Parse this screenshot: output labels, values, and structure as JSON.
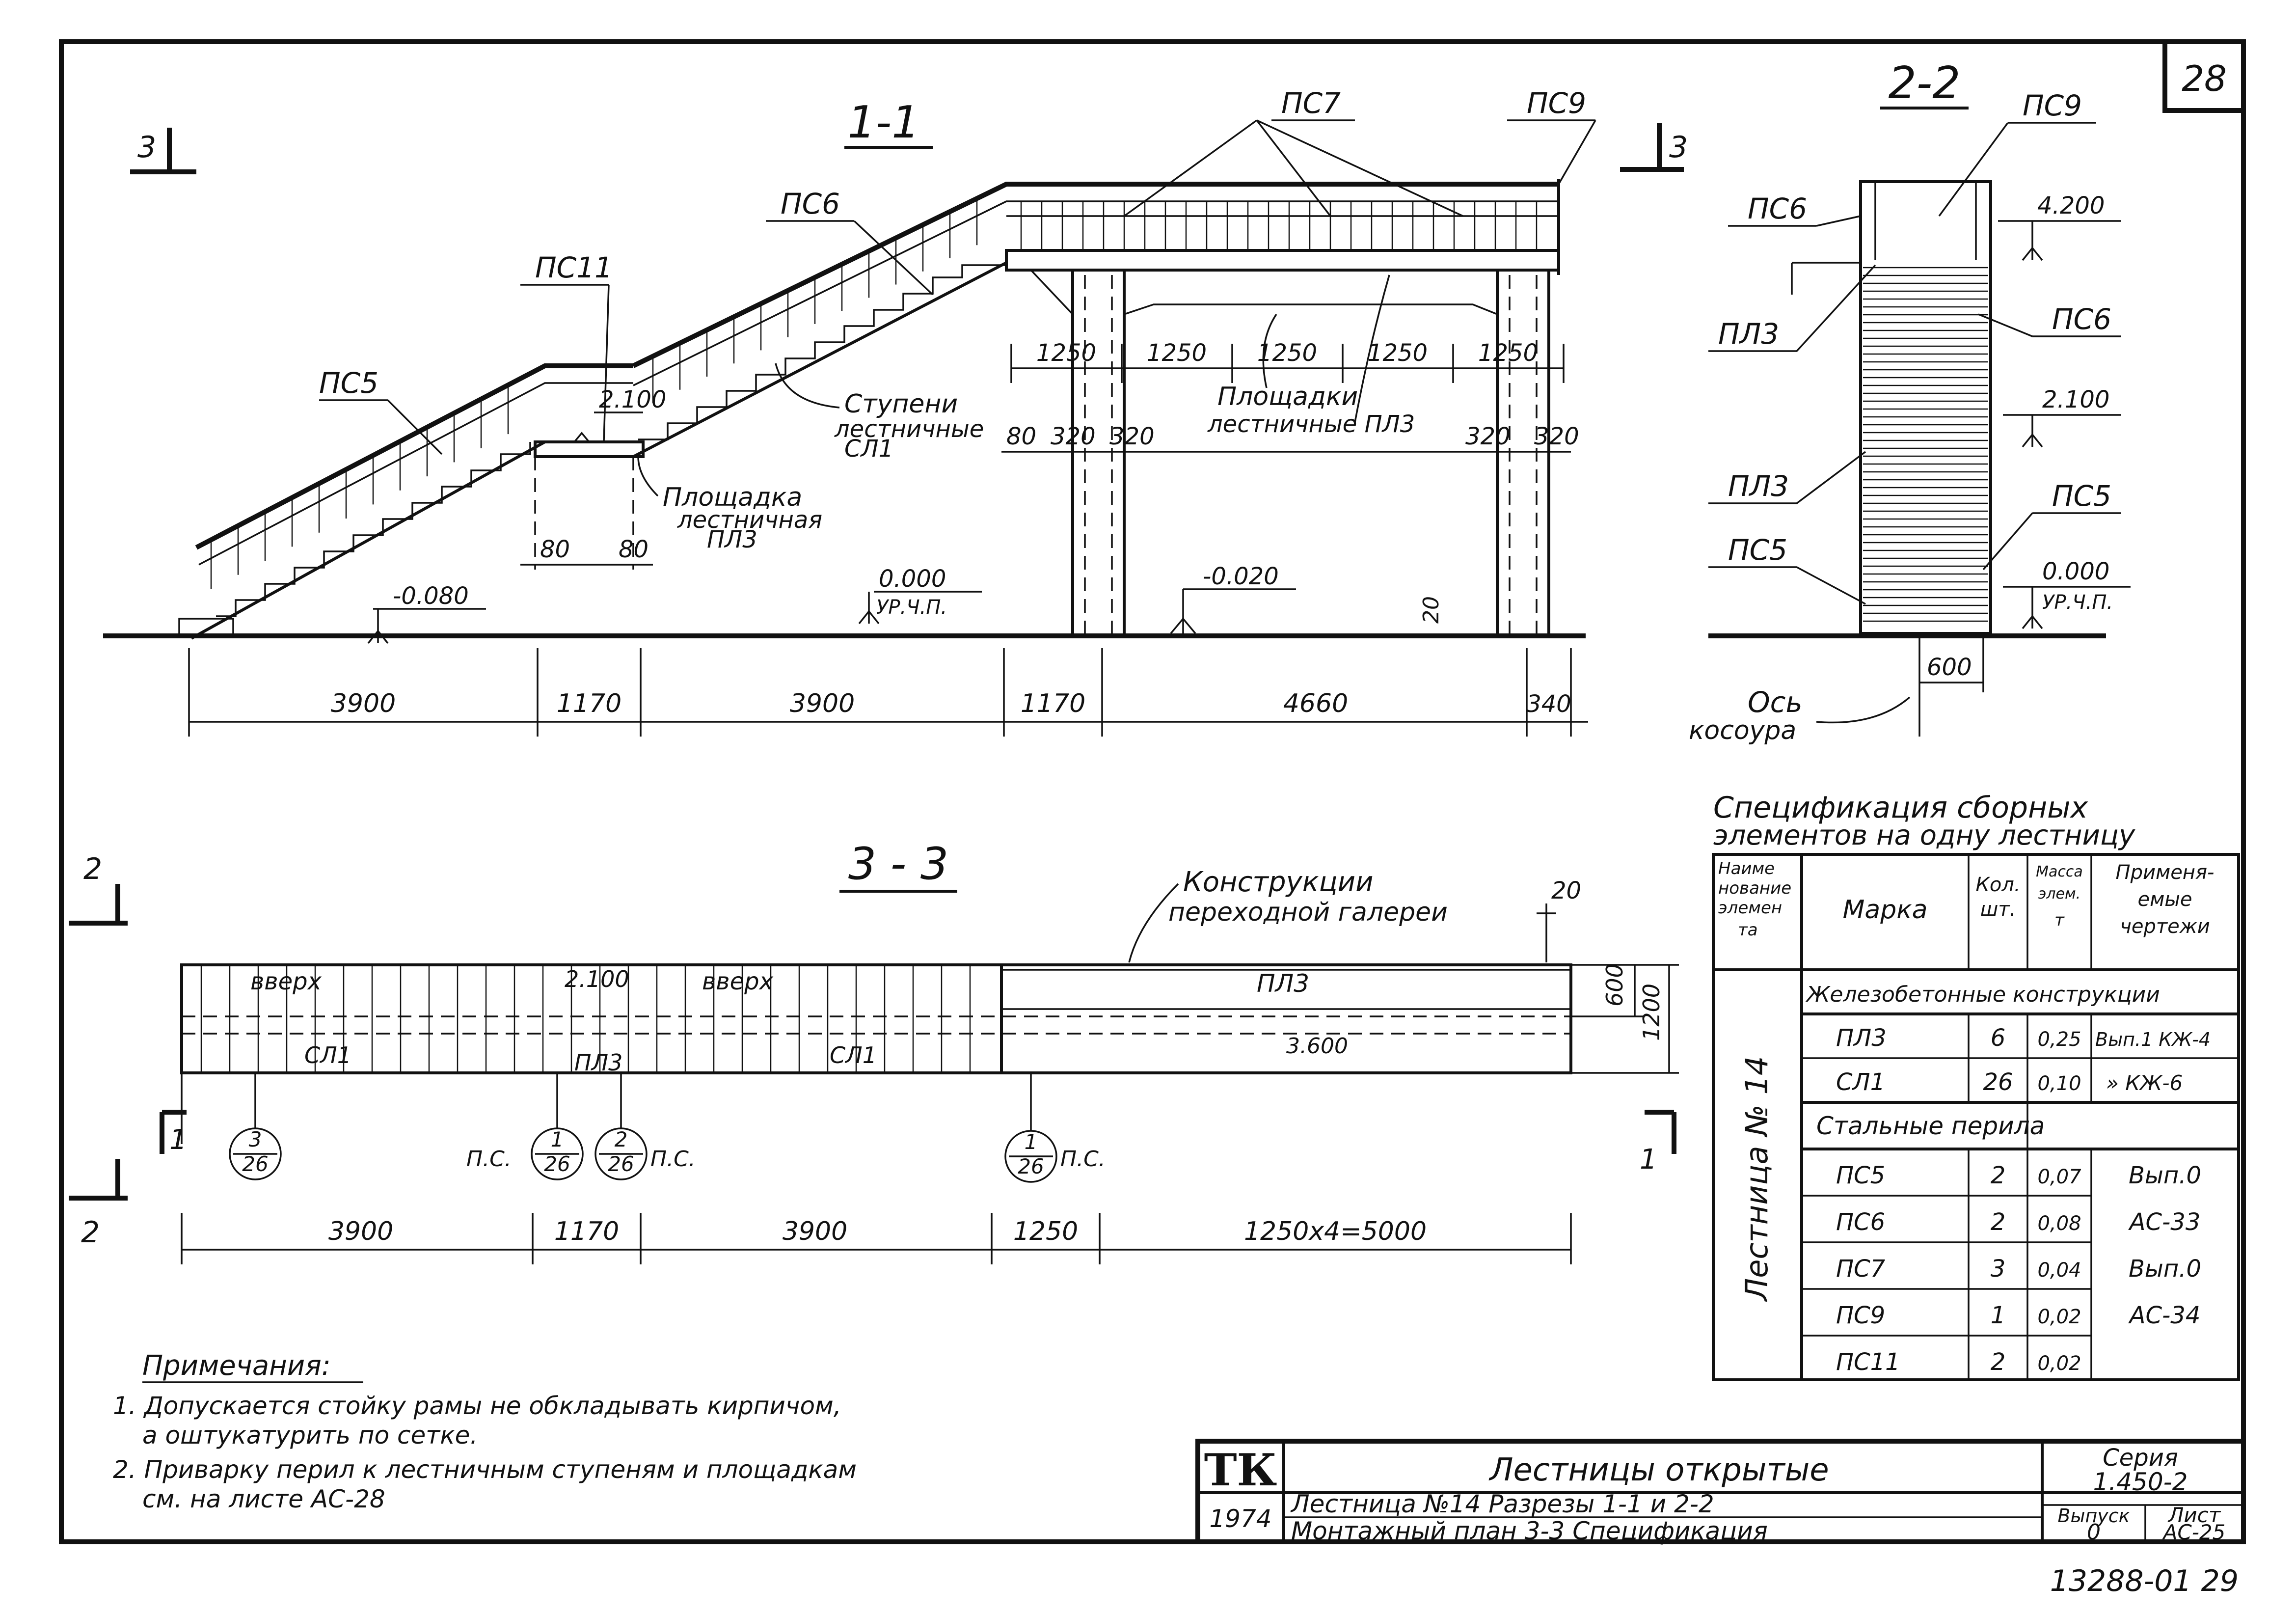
{
  "sheet": {
    "page_number": "28",
    "bottom_code": "13288-01  29"
  },
  "section_1_1": {
    "title": "1-1",
    "cut_mark": "3",
    "cut_mark_right": "3",
    "labels": {
      "pc5": "ПС5",
      "pc6": "ПС6",
      "pc7": "ПС7",
      "pc9": "ПС9",
      "pc11": "ПС11",
      "steps_line1": "Ступени",
      "steps_line2": "лестничные",
      "steps_line3": "СЛ1",
      "landing_line1": "Площадка",
      "landing_line2": "лестничная",
      "landing_line3": "ПЛ3",
      "landings_line1": "Площадки",
      "landings_line2": "лестничные ПЛ3"
    },
    "levels": {
      "l2100": "2.100",
      "l0000": "0.000",
      "ur_chp": "УР.Ч.П.",
      "lm0080": "-0.080",
      "lm0020": "-0.020"
    },
    "dims_top": [
      "1250",
      "1250",
      "1250",
      "1250",
      "1250"
    ],
    "dims_small": {
      "d80a": "80",
      "d80b": "80",
      "d80c": "80",
      "d320a": "320",
      "d320b": "320",
      "d320c": "320",
      "d320d": "320",
      "d20": "20"
    },
    "dims_bottom": [
      "3900",
      "1170",
      "3900",
      "1170",
      "4660",
      "340"
    ]
  },
  "section_2_2": {
    "title": "2-2",
    "labels": {
      "pc9": "ПС9",
      "pc6a": "ПС6",
      "pc6b": "ПС6",
      "pl3a": "ПЛ3",
      "pl3b": "ПЛ3",
      "pc5a": "ПС5",
      "pc5b": "ПС5",
      "axis_line1": "Ось",
      "axis_line2": "косоура"
    },
    "levels": {
      "l4200": "4.200",
      "l2100": "2.100",
      "l0000": "0.000",
      "ur_chp": "УР.Ч.П."
    },
    "dim_600": "600"
  },
  "plan_3_3": {
    "title": "3 - 3",
    "gallery_line1": "Конструкции",
    "gallery_line2": "переходной галереи",
    "labels": {
      "up1": "вверх",
      "up2": "вверх",
      "level": "2.100",
      "level2": "3.600",
      "sl1a": "СЛ1",
      "sl1b": "СЛ1",
      "pl3a": "ПЛ3",
      "pl3b": "ПЛ3",
      "ps1": "П.С.",
      "ps2": "П.С.",
      "ps3": "П.С."
    },
    "callouts": [
      {
        "top": "3",
        "bottom": "26"
      },
      {
        "top": "1",
        "bottom": "26"
      },
      {
        "top": "2",
        "bottom": "26"
      },
      {
        "top": "1",
        "bottom": "26"
      }
    ],
    "cut_marks": {
      "left_top": "2",
      "left_bottom": "2",
      "left_1": "1",
      "right_1": "1"
    },
    "dim_20": "20",
    "dim_600": "600",
    "dim_1200": "1200",
    "dims_bottom": [
      "3900",
      "1170",
      "3900",
      "1250",
      "1250x4=5000"
    ]
  },
  "spec": {
    "title_line1": "Спецификация сборных",
    "title_line2": "элементов на одну лестницу",
    "headers": {
      "name_l1": "Наиме",
      "name_l2": "нование",
      "name_l3": "элемен",
      "name_l4": "та",
      "mark": "Марка",
      "qty_l1": "Кол.",
      "qty_l2": "шт.",
      "mass_l1": "Масса",
      "mass_l2": "элем.",
      "mass_l3": "т",
      "ref_l1": "Применя-",
      "ref_l2": "емые",
      "ref_l3": "чертежи"
    },
    "side_label": "Лестница № 14",
    "group_concrete": "Железобетонные конструкции",
    "group_steel": "Стальные перила",
    "rows_concrete": [
      {
        "mark": "ПЛ3",
        "qty": "6",
        "mass": "0,25",
        "ref": "Вып.1 КЖ-4"
      },
      {
        "mark": "СЛ1",
        "qty": "26",
        "mass": "0,10",
        "ref": "» КЖ-6"
      }
    ],
    "rows_steel": [
      {
        "mark": "ПС5",
        "qty": "2",
        "mass": "0,07",
        "ref": "Вып.0"
      },
      {
        "mark": "ПС6",
        "qty": "2",
        "mass": "0,08",
        "ref": "АС-33"
      },
      {
        "mark": "ПС7",
        "qty": "3",
        "mass": "0,04",
        "ref": "Вып.0"
      },
      {
        "mark": "ПС9",
        "qty": "1",
        "mass": "0,02",
        "ref": "АС-34"
      },
      {
        "mark": "ПС11",
        "qty": "2",
        "mass": "0,02",
        "ref": ""
      }
    ]
  },
  "notes": {
    "heading": "Примечания:",
    "line1": "1. Допускается стойку рамы не обкладывать кирпичом,",
    "line2": "а оштукатурить по сетке.",
    "line3": "2. Приварку перил к лестничным ступеням и площадкам",
    "line4": "см. на листе АС-28"
  },
  "title_block": {
    "logo": "ТК",
    "year": "1974",
    "main_title": "Лестницы открытые",
    "subtitle1": "Лестница №14  Разрезы 1-1 и 2-2",
    "subtitle2": "Монтажный план 3-3 Спецификация",
    "series_label": "Серия",
    "series_value": "1.450-2",
    "issue_label": "Выпуск",
    "issue_value": "0",
    "sheet_label": "Лист",
    "sheet_value": "АС-25"
  }
}
